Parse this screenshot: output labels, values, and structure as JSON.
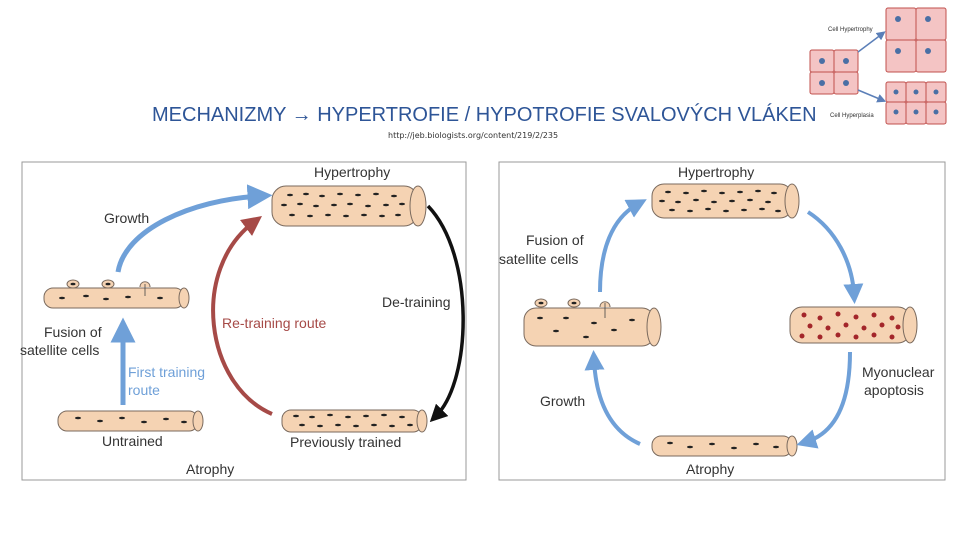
{
  "slide": {
    "title": "MECHANIZMY → HYPERTROFIE / HYPOTROFIE SVALOVÝCH VLÁKEN",
    "source": "http://jeb.biologists.org/content/219/2/235"
  },
  "inset": {
    "hypertrophy_label": "Cell Hypertrophy",
    "hyperplasia_label": "Cell Hyperplasia"
  },
  "left_panel": {
    "hypertrophy": "Hypertrophy",
    "growth": "Growth",
    "fusion_1": "Fusion of",
    "fusion_2": "satellite cells",
    "first_1": "First training",
    "first_2": "route",
    "retraining": "Re-training route",
    "detraining": "De-training",
    "untrained": "Untrained",
    "previously_trained": "Previously trained",
    "atrophy": "Atrophy"
  },
  "right_panel": {
    "hypertrophy": "Hypertrophy",
    "fusion_1": "Fusion of",
    "fusion_2": "satellite cells",
    "myonuclear_1": "Myonuclear",
    "myonuclear_2": "apoptosis",
    "growth": "Growth",
    "atrophy": "Atrophy"
  },
  "colors": {
    "title": "#2e5597",
    "fiber": "#f5d3b3",
    "blue_arrow": "#6fa0d8",
    "red_arrow": "#a64a47",
    "black_arrow": "#111111",
    "cell_fill": "#f4c4c4",
    "cell_border": "#c0504d",
    "nucleus": "#4a6fa5"
  }
}
